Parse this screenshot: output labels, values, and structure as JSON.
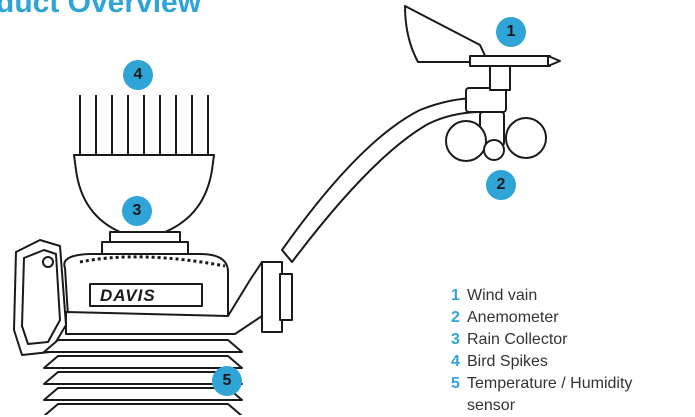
{
  "page": {
    "title": "duct Overview"
  },
  "brand": {
    "logo_text": "DAVIS"
  },
  "colors": {
    "accent": "#2fa4d6",
    "marker": "#2fa4d6",
    "line": "#1a1a1a"
  },
  "markers": [
    {
      "number": "1"
    },
    {
      "number": "2"
    },
    {
      "number": "3"
    },
    {
      "number": "4"
    },
    {
      "number": "5"
    }
  ],
  "legend": [
    {
      "number": "1",
      "label": "Wind vain"
    },
    {
      "number": "2",
      "label": "Anemometer"
    },
    {
      "number": "3",
      "label": "Rain Collector"
    },
    {
      "number": "4",
      "label": "Bird Spikes"
    },
    {
      "number": "5",
      "label": "Temperature / Humidity sensor"
    }
  ]
}
